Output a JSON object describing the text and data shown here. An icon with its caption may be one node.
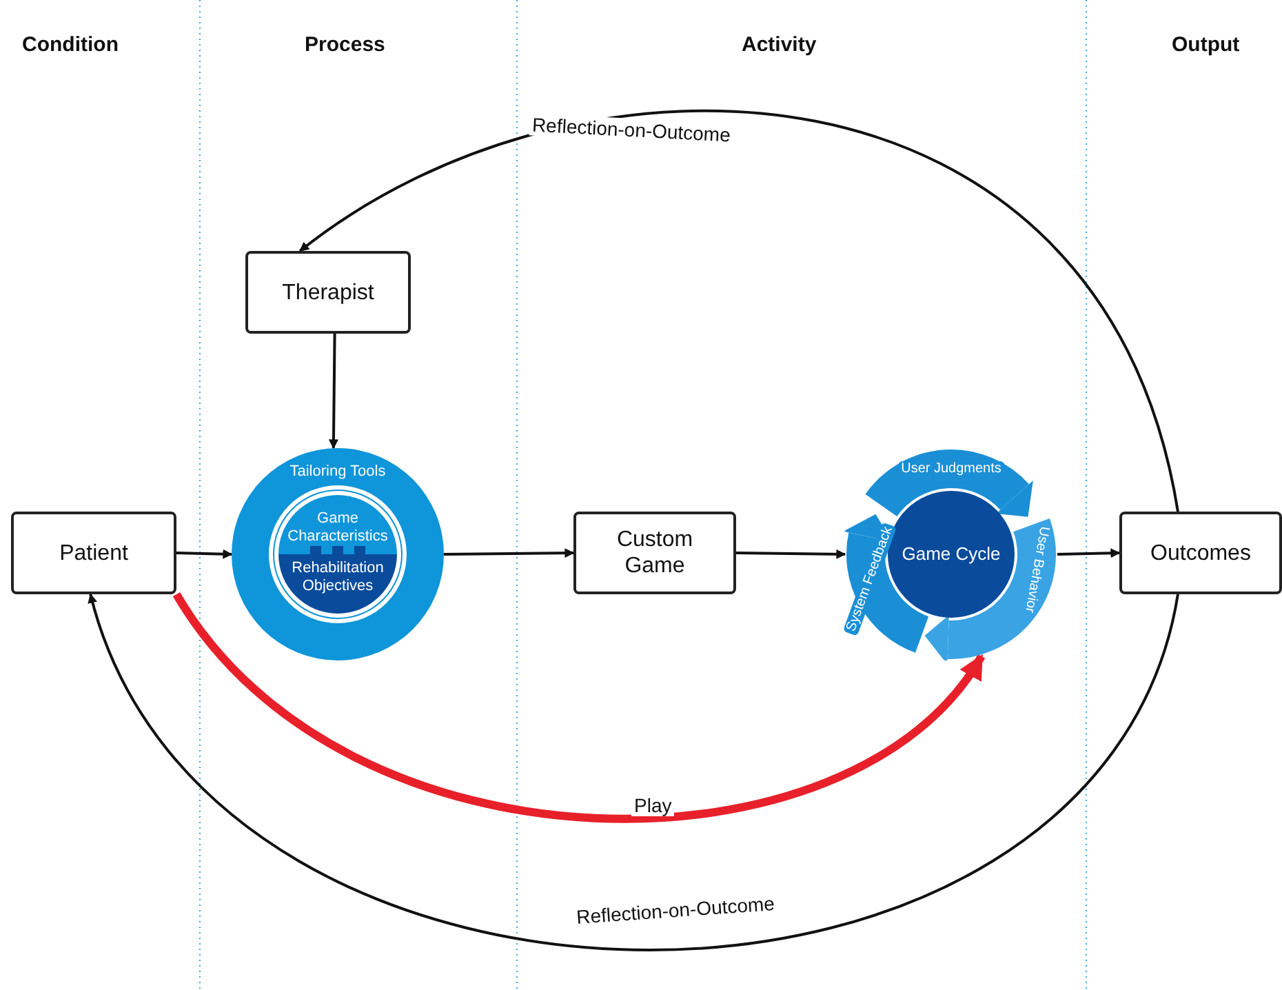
{
  "diagram": {
    "nodes": [
      {
        "text": [
          "Patient"
        ]
      },
      {
        "text": [
          "Therapist"
        ]
      },
      {
        "text": [
          "Tailoring Tools"
        ]
      },
      {
        "text": [
          "Game Characteristics"
        ],
        "in": 2
      },
      {
        "text": [
          "Rehabilitation Objectives"
        ],
        "in": 2
      },
      {
        "text": [
          "Custom Game"
        ]
      },
      {
        "text": [
          "Game Cycle"
        ]
      },
      {
        "text": [
          "Outcomes"
        ]
      }
    ],
    "edges": [
      {
        "from": 0,
        "to": 2,
        "arrow": "to"
      },
      {
        "from": 1,
        "to": 2,
        "arrow": "to"
      },
      {
        "from": 2,
        "to": 5,
        "arrow": "to"
      },
      {
        "from": 5,
        "to": 6,
        "arrow": "to"
      },
      {
        "from": 6,
        "to": 7,
        "arrow": "to"
      },
      {
        "from": 7,
        "to": 1,
        "arrow": "to",
        "label": "Reflection-on-Outcome"
      },
      {
        "from": 7,
        "to": 0,
        "arrow": "to",
        "label": "Reflection-on-Outcome"
      },
      {
        "from": 0,
        "to": 6,
        "arrow": "to",
        "label": "Play",
        "style": "thick",
        "color": "#e8202a"
      }
    ],
    "labels": [
      "Condition",
      "Process",
      "Activity",
      "Output",
      "User Judgments",
      "User Behavior",
      "System Feedback"
    ]
  }
}
